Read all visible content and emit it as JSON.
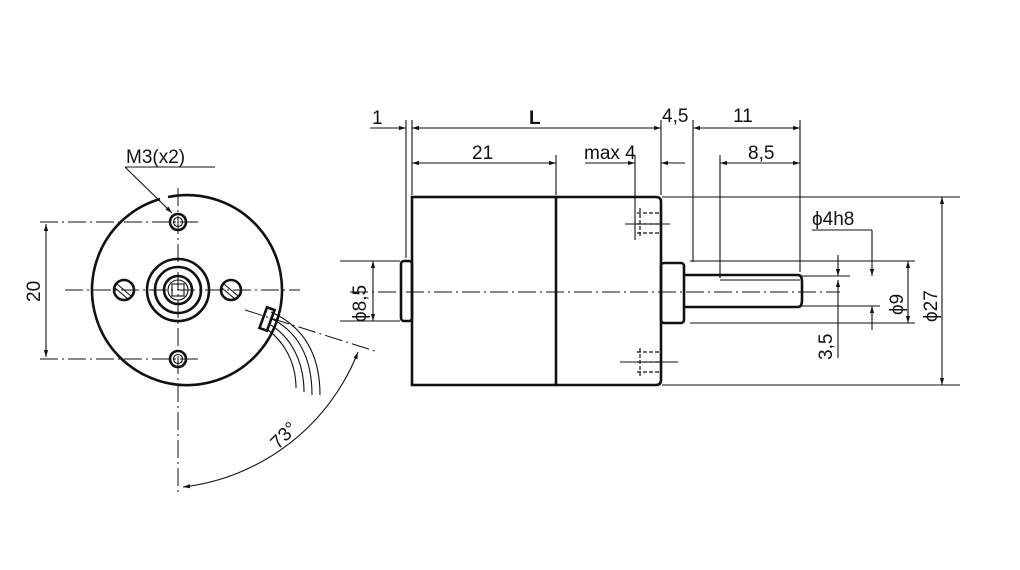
{
  "drawing": {
    "front_view": {
      "thread_label": "M3(x2)",
      "hole_spacing": "20",
      "cable_angle": "73°"
    },
    "side_view": {
      "rear_offset": "1",
      "length": "L",
      "flange": "4,5",
      "shaft_length": "11",
      "rear_body": "21",
      "thread_depth": "max 4",
      "flat_length": "8,5",
      "shaft_diameter": "ϕ4h8",
      "boss_diameter": "ϕ9",
      "body_diameter": "ϕ27",
      "rear_boss_diameter": "ϕ8,5",
      "flat_depth": "3,5"
    }
  }
}
